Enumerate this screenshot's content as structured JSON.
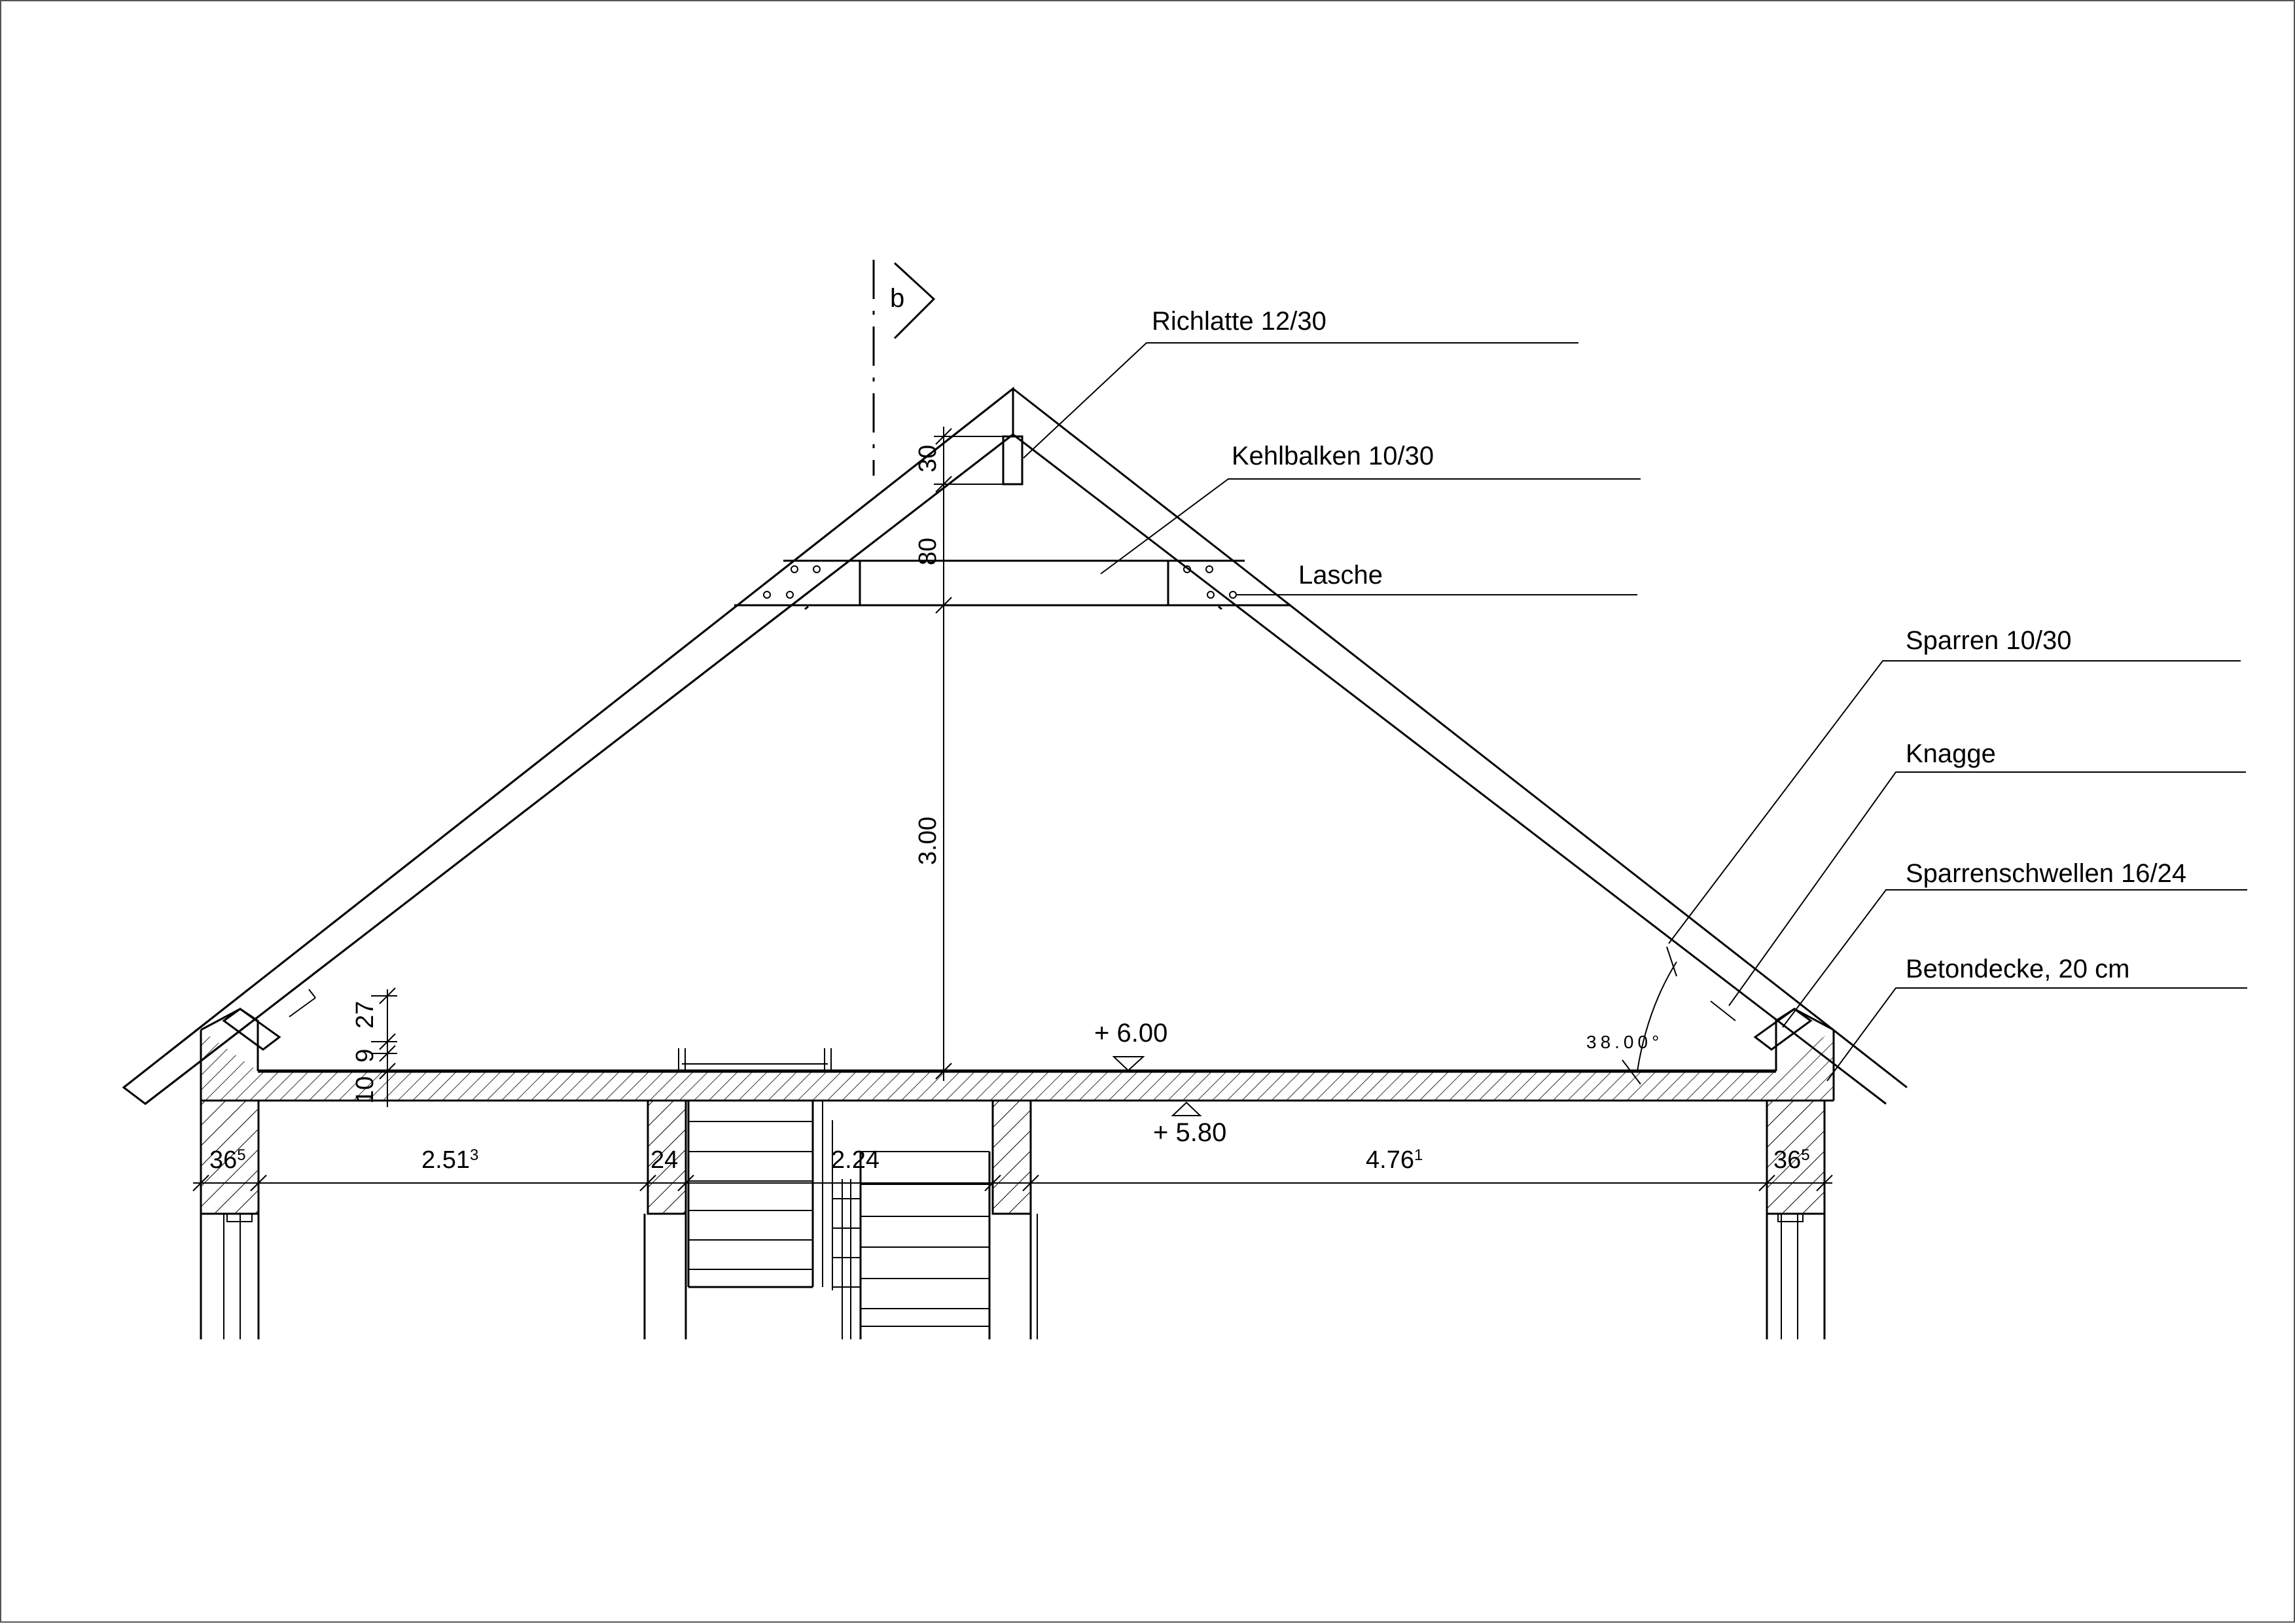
{
  "labels": {
    "richlatte": "Richlatte 12/30",
    "kehlbalken": "Kehlbalken 10/30",
    "lasche": "Lasche",
    "sparren": "Sparren 10/30",
    "knagge": "Knagge",
    "sparrenschwellen": "Sparrenschwellen 16/24",
    "betondecke": "Betondecke, 20 cm"
  },
  "section_marker": "b",
  "levels": {
    "top": "+ 6.00",
    "bottom": "+ 5.80"
  },
  "vertical_dims": {
    "d30": "30",
    "d80": "80",
    "d300": "3.00",
    "d27": "27",
    "d9": "9",
    "d10": "10"
  },
  "angle": "38.00°",
  "horizontal_dims": {
    "wall_left": {
      "main": "36",
      "sup": "5"
    },
    "span1": {
      "main": "2.51",
      "sup": "3"
    },
    "wall_mid": {
      "main": "24"
    },
    "span2": {
      "main": "2.24"
    },
    "span3": {
      "main": "4.76",
      "sup": "1"
    },
    "wall_right": {
      "main": "36",
      "sup": "5"
    }
  },
  "colors": {
    "line": "#000000",
    "background": "#ffffff"
  }
}
